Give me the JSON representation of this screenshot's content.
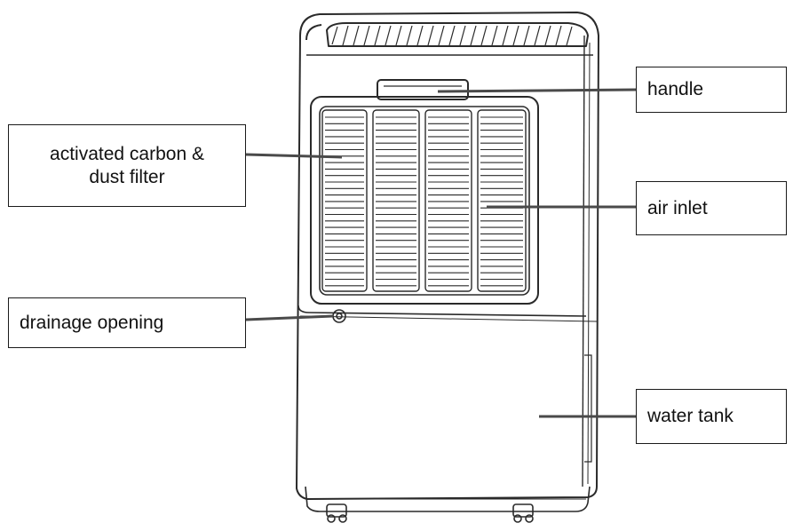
{
  "labels": {
    "carbon_filter_line1": "activated carbon &",
    "carbon_filter_line2": "dust filter",
    "drainage_opening": "drainage opening",
    "handle": "handle",
    "air_inlet": "air inlet",
    "water_tank": "water tank"
  },
  "colors": {
    "outline": "#2a2a2a",
    "leader_line": "#4a4a4a",
    "background": "#ffffff"
  }
}
